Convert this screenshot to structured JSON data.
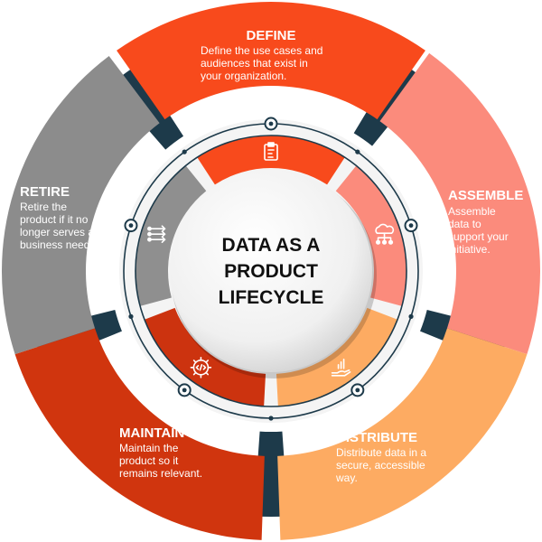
{
  "center": {
    "lines": [
      "DATA AS A",
      "PRODUCT",
      "LIFECYCLE"
    ]
  },
  "stages": [
    {
      "key": "define",
      "title": "DEFINE",
      "desc": [
        "Define the use cases and",
        "audiences that exist in",
        "your organization."
      ],
      "color": "#F84A1C",
      "inner_color": "#F84A1C",
      "icon": "clipboard-icon"
    },
    {
      "key": "assemble",
      "title": "ASSEMBLE",
      "desc": [
        "Assemble",
        "data to",
        "support your",
        "initiative."
      ],
      "color": "#FB8B7C",
      "inner_color": "#FB8B7C",
      "icon": "cloud-network-icon"
    },
    {
      "key": "distribute",
      "title": "DISTRIBUTE",
      "desc": [
        "Distribute data in a",
        "secure, accessible",
        "way."
      ],
      "color": "#FDAB62",
      "inner_color": "#FDAB62",
      "icon": "hand-chart-icon"
    },
    {
      "key": "maintain",
      "title": "MAINTAIN",
      "desc": [
        "Maintain the",
        "product so it",
        "remains relevant."
      ],
      "color": "#D0350E",
      "inner_color": "#CC330F",
      "icon": "gear-code-icon"
    },
    {
      "key": "retire",
      "title": "RETIRE",
      "desc": [
        "Retire the",
        "product if it no",
        "longer serves a",
        "business need."
      ],
      "color": "#8C8C8C",
      "inner_color": "#8F8F8F",
      "icon": "flow-arrows-icon"
    }
  ],
  "colors": {
    "connector": "#1D3A4A",
    "gap": "#F4F4F4"
  }
}
